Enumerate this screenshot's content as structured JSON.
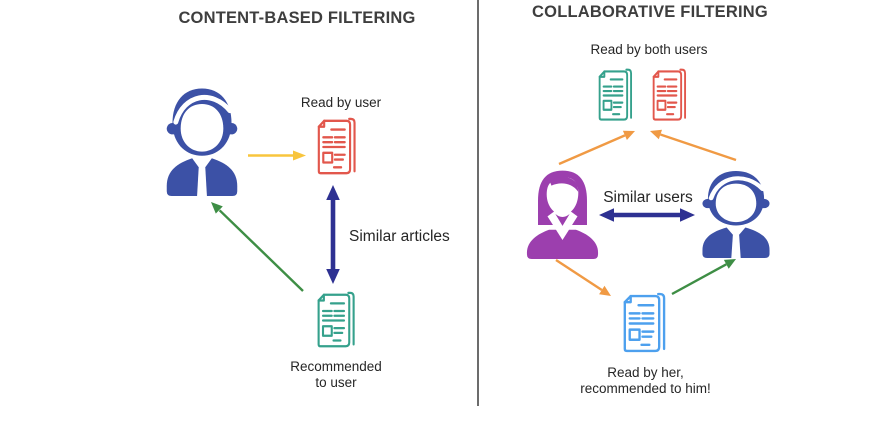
{
  "diagram": {
    "left": {
      "title": "CONTENT-BASED FILTERING",
      "read_by_user": "Read by user",
      "similar_articles": "Similar articles",
      "recommended_line1": "Recommended",
      "recommended_line2": "to user"
    },
    "right": {
      "title": "COLLABORATIVE FILTERING",
      "read_by_both": "Read by both users",
      "similar_users": "Similar users",
      "bottom_line1": "Read by her,",
      "bottom_line2": "recommended to him!"
    }
  },
  "icons": {
    "left_user": "male-user-icon",
    "left_read_doc": "document-icon-red",
    "left_recommended_doc": "document-icon-green",
    "right_female_user": "female-user-icon",
    "right_male_user": "male-user-icon",
    "right_top_doc_green": "document-icon-green",
    "right_top_doc_red": "document-icon-red",
    "right_bottom_doc": "document-icon-blue"
  },
  "colors": {
    "background": "#ffffff",
    "title_text": "#3e3e3e",
    "body_text": "#262626",
    "divider": "#474747",
    "male_user": "#3c51a6",
    "female_user": "#9c3fae",
    "doc_red": "#e2574c",
    "doc_green": "#35a18c",
    "doc_blue": "#4da0ee",
    "arrow_yellow": "#f8c53d",
    "arrow_orange": "#f09a44",
    "arrow_green": "#3e8e45",
    "arrow_navy": "#2e3192"
  }
}
